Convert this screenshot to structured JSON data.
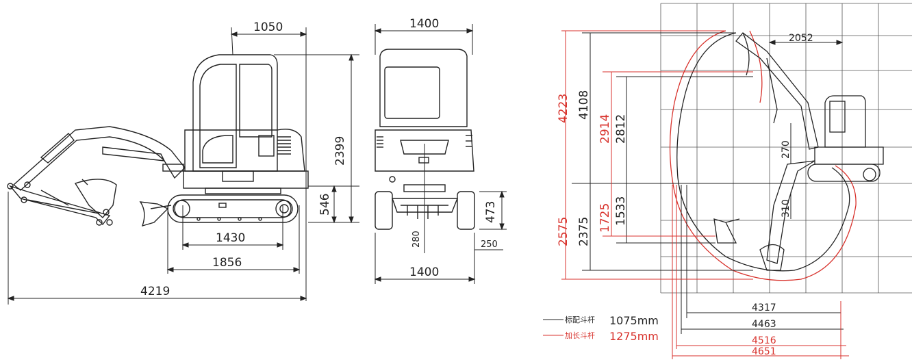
{
  "side_view": {
    "cab_length": "1050",
    "overall_height": "2399",
    "rear_height": "546",
    "track_center": "1430",
    "track_length": "1856",
    "overall_length": "4219"
  },
  "front_view": {
    "top_width": "1400",
    "ground_clearance": "280",
    "track_height": "473",
    "track_width": "250",
    "bottom_width": "1400"
  },
  "working_range": {
    "max_height_long": "4223",
    "max_height_std": "4108",
    "dump_height_long": "2914",
    "dump_height_std": "2812",
    "dig_depth_long": "2575",
    "dig_depth_std": "2375",
    "wall_depth_long": "1725",
    "wall_depth_std": "1533",
    "min_radius": "2052",
    "boom_offset": "270",
    "blade_depth": "310",
    "reach_4317": "4317",
    "reach_4463": "4463",
    "reach_4516": "4516",
    "reach_4651": "4651"
  },
  "legend": {
    "std_label": "标配斗杆",
    "std_value": "1075mm",
    "long_label": "加长斗杆",
    "long_value": "1275mm"
  },
  "colors": {
    "line": "#222222",
    "red": "#d8322c",
    "grid": "#555555"
  }
}
